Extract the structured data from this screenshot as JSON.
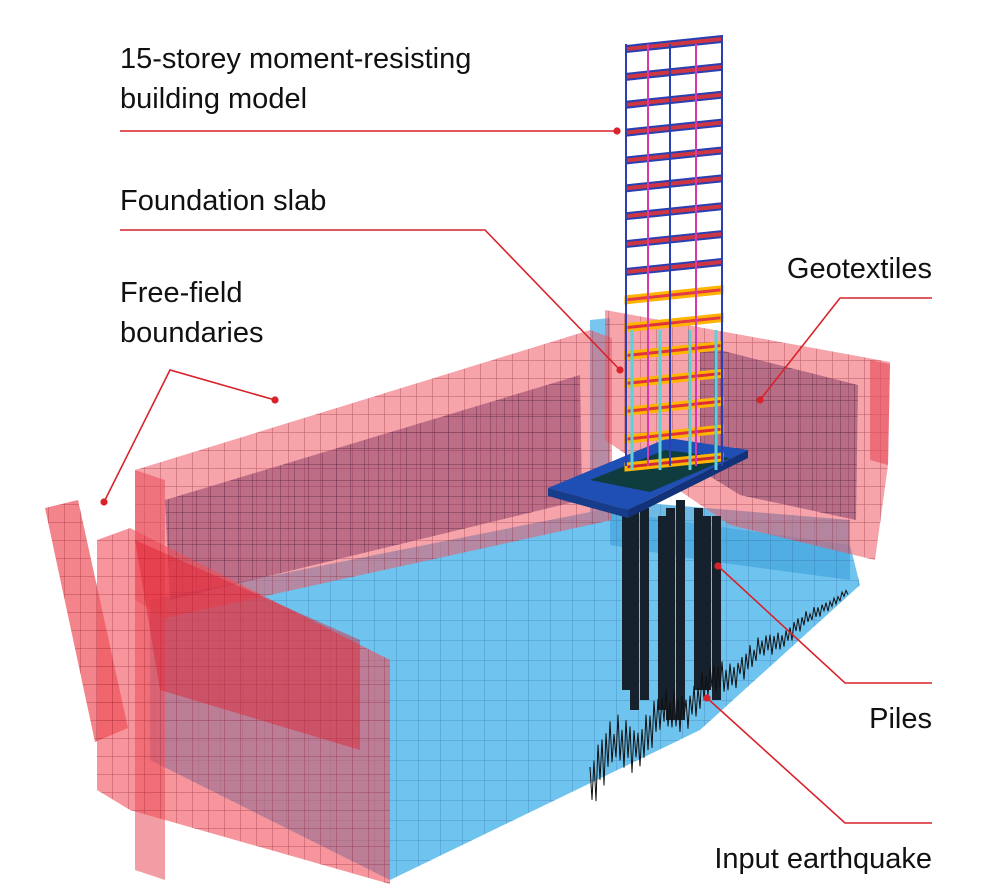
{
  "labels": {
    "building_line1": "15-storey moment-resisting",
    "building_line2": "building model",
    "foundation_slab": "Foundation slab",
    "geotextiles": "Geotextiles",
    "free_field_line1": "Free-field",
    "free_field_line2": "boundaries",
    "piles": "Piles",
    "input_earthquake": "Input earthquake"
  },
  "colors": {
    "callout": "#d9222a",
    "soil_blue": "#56b8ec",
    "boundary_red": "#f0505a",
    "slab_blue": "#1f4fb4",
    "floor_red": "#d7263a",
    "floor_yellow": "#ffb400",
    "column_cyan": "#5fd0d8",
    "pile_dark": "#15212c"
  },
  "icons": {
    "callout_dot": "red-dot"
  }
}
